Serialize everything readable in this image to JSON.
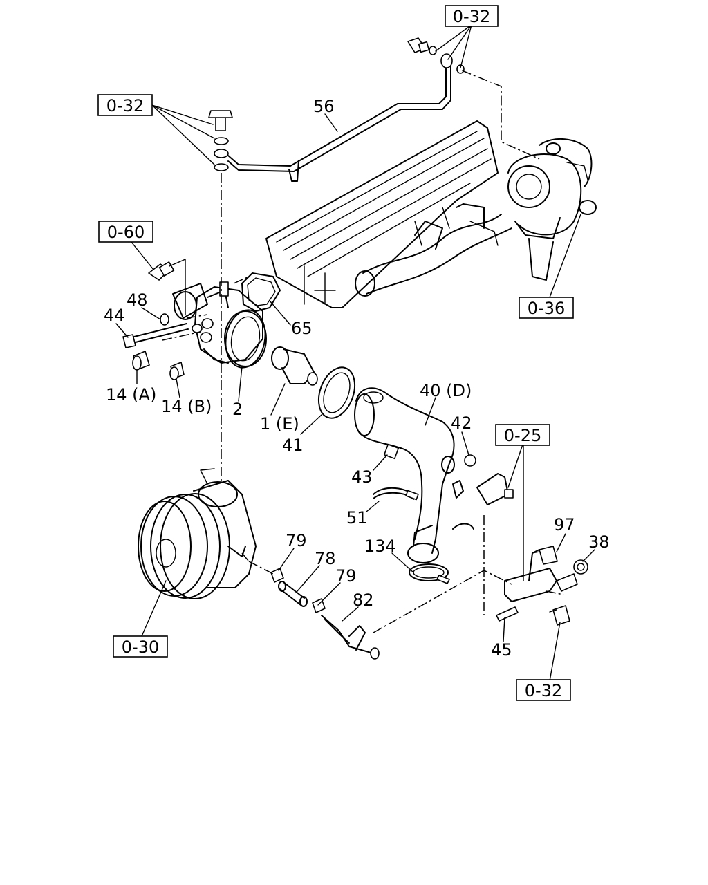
{
  "ref_boxes": {
    "top_right": "0-32",
    "top_left": "0-32",
    "sensor": "0-60",
    "turbo": "0-36",
    "bracket": "0-25",
    "pump": "0-30",
    "bottom": "0-32"
  },
  "labels": {
    "p56": "56",
    "p48": "48",
    "p44": "44",
    "p65": "65",
    "p14a": "14 (A)",
    "p14b": "14 (B)",
    "p2": "2",
    "p1e": "1 (E)",
    "p41": "41",
    "p40d": "40 (D)",
    "p42": "42",
    "p43": "43",
    "p51": "51",
    "p134": "134",
    "p97": "97",
    "p38": "38",
    "p79a": "79",
    "p78": "78",
    "p79b": "79",
    "p82": "82",
    "p45": "45"
  }
}
